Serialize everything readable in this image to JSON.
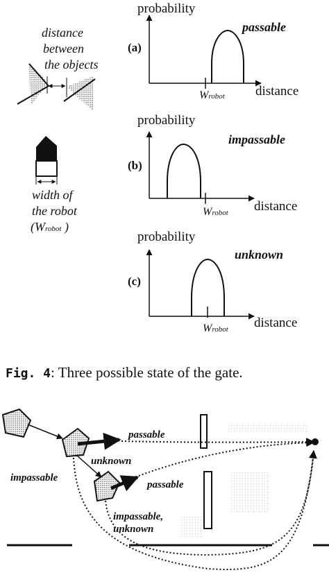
{
  "graph_a": {
    "ylabel": "probability",
    "tag": "(a)",
    "state": "passable",
    "xlabel": "distance",
    "w_main": "W",
    "w_sub": "robot"
  },
  "graph_b": {
    "ylabel": "probability",
    "tag": "(b)",
    "state": "impassable",
    "xlabel": "distance",
    "w_main": "W",
    "w_sub": "robot"
  },
  "graph_c": {
    "ylabel": "probability",
    "tag": "(c)",
    "state": "unknown",
    "xlabel": "distance",
    "w_main": "W",
    "w_sub": "robot"
  },
  "left_labels": {
    "distance_1": "distance",
    "distance_2": "between",
    "distance_3": "the objects",
    "width_1": "width of",
    "width_2": "the robot",
    "width_3_open": "(W",
    "width_3_sub": "robot",
    "width_3_close": " )"
  },
  "caption": {
    "fig": "Fig. 4",
    "text": ": Three possible state of the gate."
  },
  "path_diagram": {
    "passable_1": "passable",
    "unknown": "unknown",
    "impassable": "impassable",
    "passable_2": "passable",
    "impassable_unknown_1": "impassable,",
    "impassable_unknown_2": "unknown"
  }
}
